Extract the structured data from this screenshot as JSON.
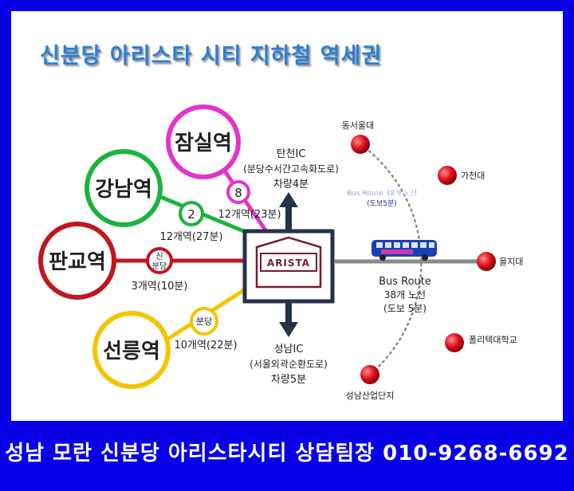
{
  "title": "신분당 아리스타 시티 지하철 역세권",
  "footer": "성남 모란 신분당 아리스타시티 상담팀장 010-9268-6692",
  "center": {
    "label": "ARISTA"
  },
  "stations": {
    "jamsil": "잠실역",
    "gangnam": "강남역",
    "pangyo": "판교역",
    "seolleung": "선릉역"
  },
  "badges": {
    "jamsil": "8",
    "gangnam": "2",
    "pangyo_line1": "신",
    "pangyo_line2": "분당",
    "seolleung": "분당"
  },
  "routes": {
    "jamsil": "12개역(23분)",
    "gangnam": "12개역(27분)",
    "pangyo": "3개역(10분)",
    "seolleung": "10개역(22분)"
  },
  "roads": {
    "north": {
      "line1": "탄천IC",
      "line2": "(분당수서간고속화도로)",
      "line3": "차량4분"
    },
    "south": {
      "line1": "성남IC",
      "line2": "(서울외곽순환도로)",
      "line3": "차량5분"
    }
  },
  "bus": {
    "overlay_line1": "Bus Route 38개 노선",
    "overlay_line2": "(도보5분)",
    "label_line1": "Bus Route",
    "label_line2": "38개 노선",
    "label_line3": "(도보 5분)",
    "stops": [
      "동서울대",
      "가천대",
      "을지대",
      "폴리텍대학교",
      "성남산업단지"
    ]
  },
  "colors": {
    "background": "#0a00e8",
    "title": "#2b7fd6",
    "line8": "#e433c9",
    "line2": "#1bb33f",
    "shinbundang": "#c0161f",
    "bundang": "#f5c400",
    "bus_line": "#8a8a8a",
    "stop": "#e0141e"
  }
}
